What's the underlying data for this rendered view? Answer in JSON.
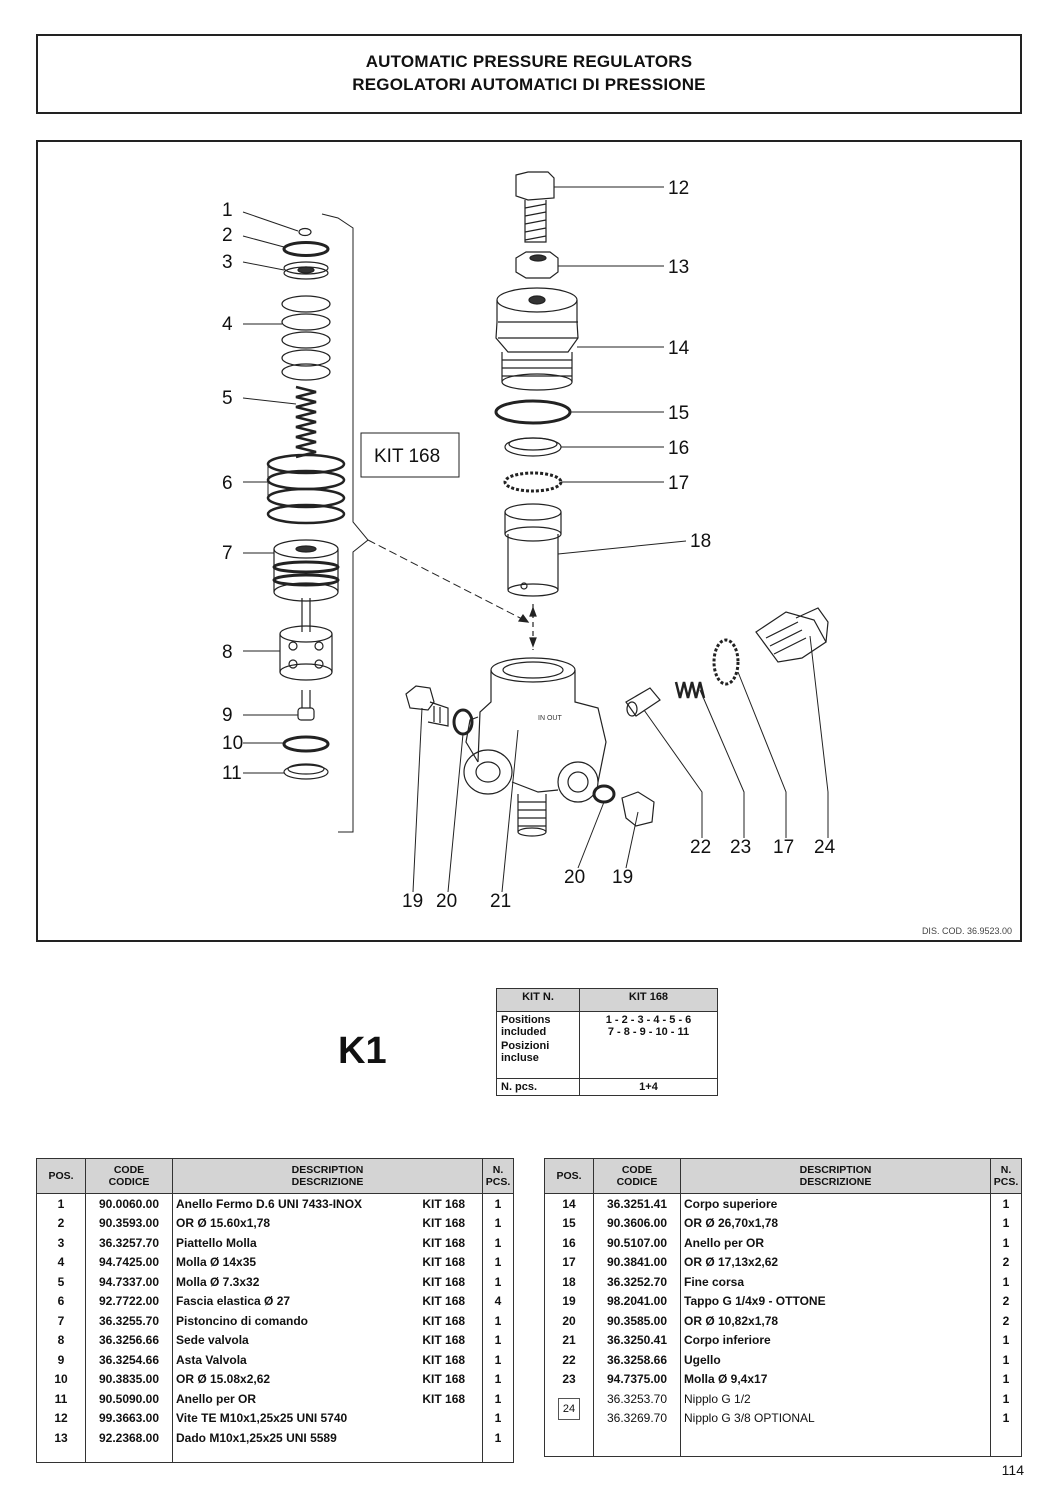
{
  "header": {
    "title_en": "AUTOMATIC PRESSURE REGULATORS",
    "title_it": "REGOLATORI AUTOMATICI DI PRESSIONE"
  },
  "diagram": {
    "kit_label": "KIT 168",
    "callouts": [
      "1",
      "2",
      "3",
      "4",
      "5",
      "6",
      "7",
      "8",
      "9",
      "10",
      "11",
      "12",
      "13",
      "14",
      "15",
      "16",
      "17",
      "18",
      "19",
      "20",
      "21",
      "19",
      "20",
      "22",
      "23",
      "17",
      "24"
    ],
    "dis_cod": "DIS. COD. 36.9523.00"
  },
  "model": "K1",
  "kit_table": {
    "h_kit": "KIT N.",
    "h_value": "KIT 168",
    "row1_label_en": "Positions included",
    "row1_label_it": "Posizioni incluse",
    "row1_value_a": "1 - 2 - 3 - 4 - 5 - 6",
    "row1_value_b": "7 - 8 - 9 - 10 - 11",
    "row2_label": "N. pcs.",
    "row2_value": "1+4"
  },
  "parts_headers": {
    "pos": "POS.",
    "code_en": "CODE",
    "code_it": "CODICE",
    "desc_en": "DESCRIPTION",
    "desc_it": "DESCRIZIONE",
    "pcs_a": "N.",
    "pcs_b": "PCS."
  },
  "parts_left": [
    {
      "pos": "1",
      "code": "90.0060.00",
      "desc": "Anello Fermo D.6 UNI 7433-INOX",
      "kit": "KIT 168",
      "pcs": "1"
    },
    {
      "pos": "2",
      "code": "90.3593.00",
      "desc": "OR Ø 15.60x1,78",
      "kit": "KIT 168",
      "pcs": "1"
    },
    {
      "pos": "3",
      "code": "36.3257.70",
      "desc": "Piattello Molla",
      "kit": "KIT 168",
      "pcs": "1"
    },
    {
      "pos": "4",
      "code": "94.7425.00",
      "desc": "Molla Ø 14x35",
      "kit": "KIT 168",
      "pcs": "1"
    },
    {
      "pos": "5",
      "code": "94.7337.00",
      "desc": "Molla Ø 7.3x32",
      "kit": "KIT 168",
      "pcs": "1"
    },
    {
      "pos": "6",
      "code": "92.7722.00",
      "desc": "Fascia elastica Ø 27",
      "kit": "KIT 168",
      "pcs": "4"
    },
    {
      "pos": "7",
      "code": "36.3255.70",
      "desc": "Pistoncino di comando",
      "kit": "KIT 168",
      "pcs": "1"
    },
    {
      "pos": "8",
      "code": "36.3256.66",
      "desc": "Sede valvola",
      "kit": "KIT 168",
      "pcs": "1"
    },
    {
      "pos": "9",
      "code": "36.3254.66",
      "desc": "Asta Valvola",
      "kit": "KIT 168",
      "pcs": "1"
    },
    {
      "pos": "10",
      "code": "90.3835.00",
      "desc": "OR Ø 15.08x2,62",
      "kit": "KIT 168",
      "pcs": "1"
    },
    {
      "pos": "11",
      "code": "90.5090.00",
      "desc": "Anello per OR",
      "kit": "KIT 168",
      "pcs": "1"
    },
    {
      "pos": "12",
      "code": "99.3663.00",
      "desc": "Vite TE M10x1,25x25 UNI 5740",
      "kit": "",
      "pcs": "1"
    },
    {
      "pos": "13",
      "code": "92.2368.00",
      "desc": "Dado M10x1,25x25 UNI 5589",
      "kit": "",
      "pcs": "1"
    }
  ],
  "parts_right": [
    {
      "pos": "14",
      "code": "36.3251.41",
      "desc": "Corpo superiore",
      "pcs": "1"
    },
    {
      "pos": "15",
      "code": "90.3606.00",
      "desc": "OR Ø 26,70x1,78",
      "pcs": "1"
    },
    {
      "pos": "16",
      "code": "90.5107.00",
      "desc": "Anello per OR",
      "pcs": "1"
    },
    {
      "pos": "17",
      "code": "90.3841.00",
      "desc": "OR Ø 17,13x2,62",
      "pcs": "2"
    },
    {
      "pos": "18",
      "code": "36.3252.70",
      "desc": "Fine corsa",
      "pcs": "1"
    },
    {
      "pos": "19",
      "code": "98.2041.00",
      "desc": "Tappo G 1/4x9 - OTTONE",
      "pcs": "2"
    },
    {
      "pos": "20",
      "code": "90.3585.00",
      "desc": "OR Ø 10,82x1,78",
      "pcs": "2"
    },
    {
      "pos": "21",
      "code": "36.3250.41",
      "desc": "Corpo inferiore",
      "pcs": "1"
    },
    {
      "pos": "22",
      "code": "36.3258.66",
      "desc": "Ugello",
      "pcs": "1"
    },
    {
      "pos": "23",
      "code": "94.7375.00",
      "desc": "Molla Ø 9,4x17",
      "pcs": "1"
    }
  ],
  "parts_right_24": {
    "pos": "24",
    "code_a": "36.3253.70",
    "desc_a": "Nipplo G 1/2",
    "pcs_a": "1",
    "code_b": "36.3269.70",
    "desc_b": "Nipplo G 3/8 OPTIONAL",
    "pcs_b": "1"
  },
  "page_number": "114"
}
